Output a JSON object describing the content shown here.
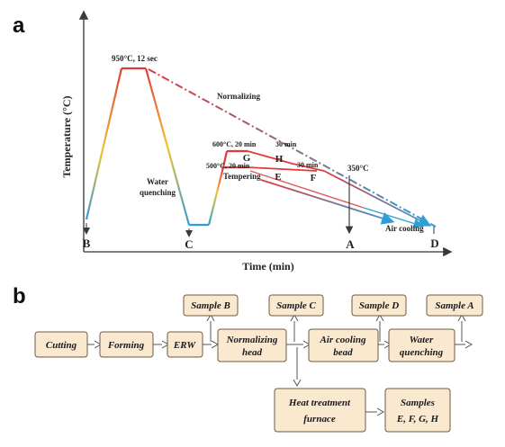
{
  "panel_a": {
    "label": "a",
    "y_axis_label": "Temperature (°C)",
    "x_axis_label": "Time (min)",
    "points": {
      "B": "B",
      "C": "C",
      "A": "A",
      "D": "D",
      "G": "G",
      "H": "H",
      "E": "E",
      "F": "F"
    },
    "annotations": {
      "peak": "950°C, 12 sec",
      "normalizing": "Normalizing",
      "water_line1": "Water",
      "water_line2": "quenching",
      "temp600": "600°C, 20 min",
      "temp500": "500°C, 20 min",
      "min30_upper": "30 min",
      "min30_lower": "30 min",
      "tempering": "Tempering",
      "temp350": "350°C",
      "air_cooling": "Air cooling"
    },
    "colors": {
      "hot": "#e03a3a",
      "cold": "#2f9fd3",
      "warm": "#f2c230",
      "arrow": "#3a3a3a"
    }
  },
  "panel_b": {
    "label": "b",
    "boxes": {
      "cutting": "Cutting",
      "forming": "Forming",
      "erw": "ERW",
      "normalizing_line1": "Normalizing",
      "normalizing_line2": "head",
      "air_line1": "Air cooling",
      "air_line2": "bead",
      "water_line1": "Water",
      "water_line2": "quenching",
      "sample_b": "Sample B",
      "sample_c": "Sample C",
      "sample_d": "Sample D",
      "sample_a": "Sample A",
      "heat_line1": "Heat treatment",
      "heat_line2": "furnace",
      "samples_line1": "Samples",
      "samples_line2": "E, F, G, H"
    },
    "colors": {
      "box_fill": "#fbe9cf",
      "box_stroke": "#6b5a44"
    }
  }
}
